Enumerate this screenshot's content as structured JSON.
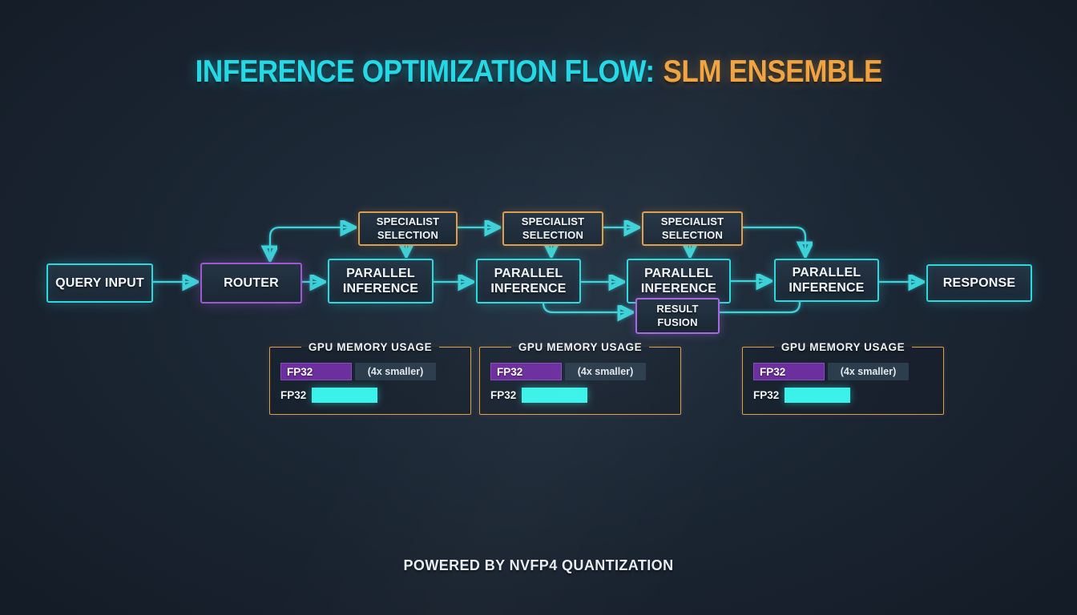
{
  "title": {
    "primary": "INFERENCE OPTIMIZATION FLOW:",
    "secondary": "SLM ENSEMBLE"
  },
  "flow": {
    "nodes": [
      {
        "id": "query-input",
        "label": "QUERY INPUT"
      },
      {
        "id": "router",
        "label": "ROUTER"
      },
      {
        "id": "specialist-selection-1",
        "label": "SPECIALIST\nSELECTION"
      },
      {
        "id": "specialist-selection-2",
        "label": "SPECIALIST\nSELECTION"
      },
      {
        "id": "specialist-selection-3",
        "label": "SPECIALIST\nSELECTION"
      },
      {
        "id": "parallel-inference-1",
        "label": "PARALLEL\nINFERENCE"
      },
      {
        "id": "parallel-inference-2",
        "label": "PARALLEL\nINFERENCE"
      },
      {
        "id": "parallel-inference-3",
        "label": "PARALLEL\nINFERENCE"
      },
      {
        "id": "parallel-inference-4",
        "label": "PARALLEL\nINFERENCE"
      },
      {
        "id": "result-fusion",
        "label": "RESULT\nFUSION"
      },
      {
        "id": "response",
        "label": "RESPONSE"
      }
    ]
  },
  "gpu_panels": [
    {
      "title": "GPU MEMORY USAGE",
      "rows": [
        {
          "label": "FP32",
          "annotation": "(4x smaller)"
        },
        {
          "label": "FP32"
        }
      ]
    },
    {
      "title": "GPU MEMORY USAGE",
      "rows": [
        {
          "label": "FP32",
          "annotation": "(4x smaller)"
        },
        {
          "label": "FP32"
        }
      ]
    },
    {
      "title": "GPU MEMORY USAGE",
      "rows": [
        {
          "label": "FP32",
          "annotation": "(4x smaller)"
        },
        {
          "label": "FP32"
        }
      ]
    }
  ],
  "footer": "POWERED BY NVFP4 QUANTIZATION",
  "colors": {
    "background": "#1b2633",
    "arrow": "#3cd2d9",
    "title_primary": "#25d8e6",
    "title_secondary": "#f0a23f",
    "cyan_border": "#2fd8de",
    "orange_border": "#dd9d4e",
    "router_border": "#9c59d1",
    "fusion_border": "#a56ae0",
    "fp32_bar": "#6c2f9e",
    "quantized_bar": "#3bf2ea",
    "annotation_bg": "#2c3d4d"
  }
}
